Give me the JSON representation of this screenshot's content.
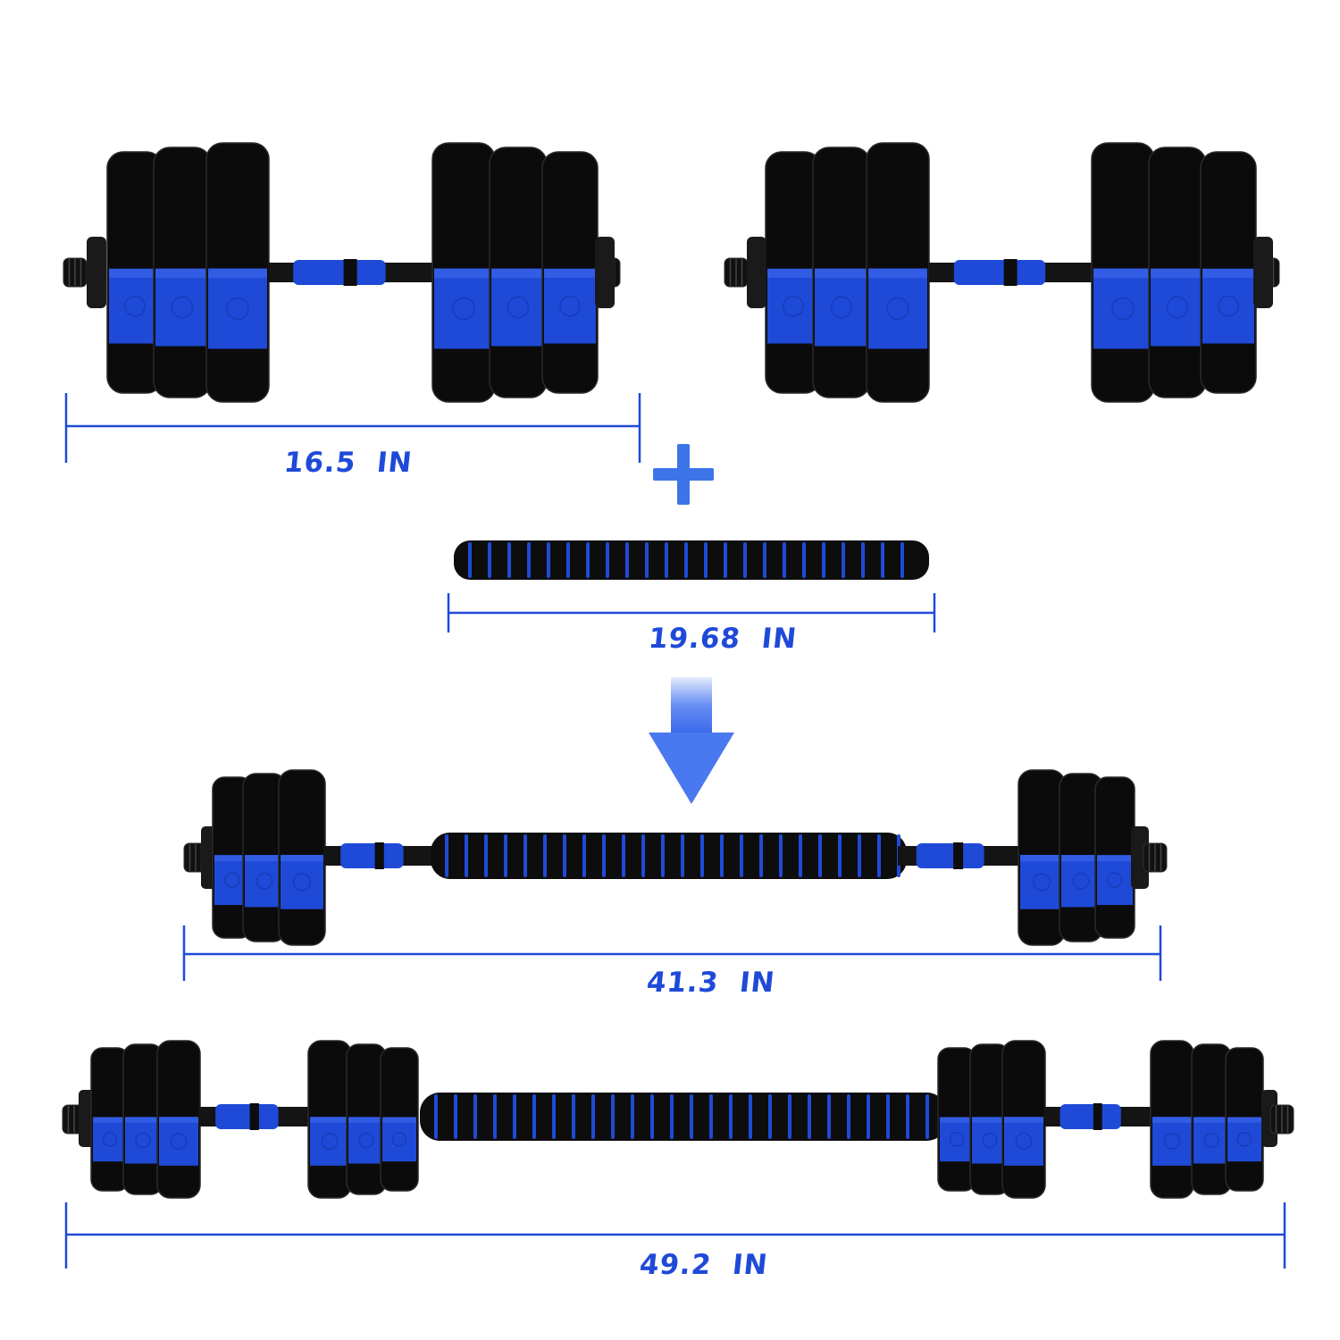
{
  "dimensions": {
    "dumbbell_length": "16.5  IN",
    "connector_length": "19.68  IN",
    "barbell_length": "41.3  IN",
    "extended_length": "49.2  IN"
  },
  "colors": {
    "accent_blue": "#1f4ad8",
    "plate_black": "#0b0b0b",
    "arrow_blue": "#4a78f0",
    "plus_blue": "#3d74e8"
  },
  "icons": {
    "plus": "plus-icon",
    "arrow": "arrow-down-icon"
  }
}
